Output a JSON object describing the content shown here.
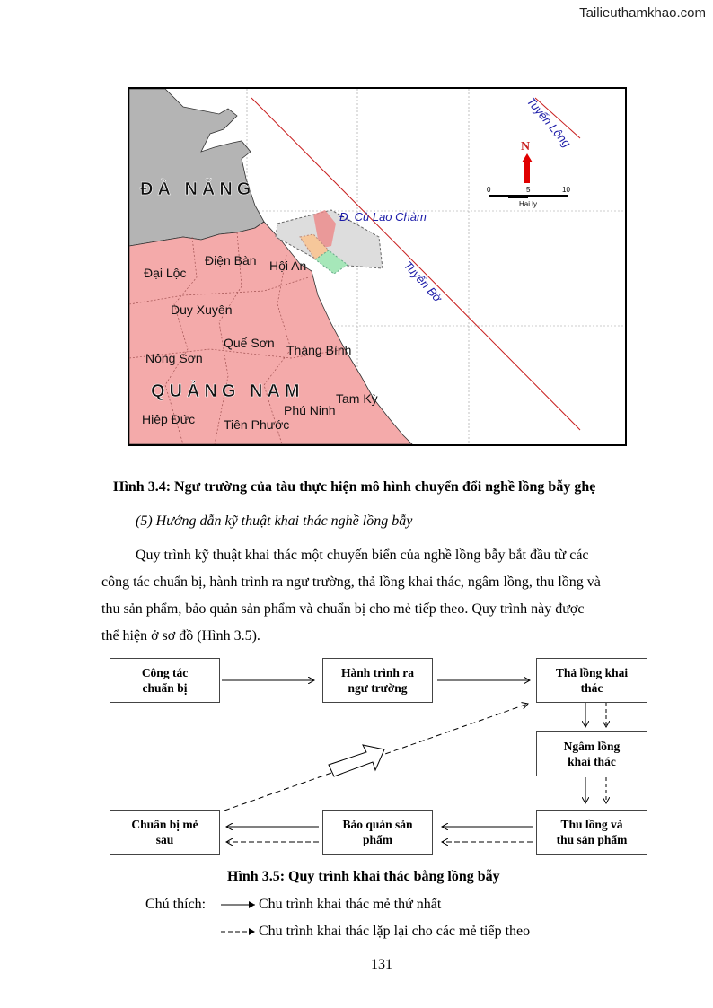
{
  "watermark": "Tailieuthamkhao.com",
  "map": {
    "labels": {
      "da_nang": "ĐÀ NẴNG",
      "quang_nam": "QUẢNG NAM",
      "dien_ban": "Điện Bàn",
      "dai_loc": "Đại Lộc",
      "hoi_an": "Hội An",
      "duy_xuyen": "Duy Xuyên",
      "que_son": "Quế Sơn",
      "thang_binh": "Thăng Bình",
      "nong_son": "Nông Sơn",
      "tam_ky": "Tam Kỳ",
      "phu_ninh": "Phú Ninh",
      "hiep_duc": "Hiệp Đức",
      "tien_phuoc": "Tiên Phước",
      "cu_lao_cham": "Đ. Cù Lao Chàm",
      "tuyen_bo": "Tuyến Bờ",
      "tuyen_long": "Tuyến Lộng"
    },
    "north": "N",
    "scale": {
      "t0": "0",
      "t5": "5",
      "t10": "10",
      "unit": "Hai ly"
    },
    "colors": {
      "da_nang": "#b4b4b4",
      "quang_nam": "#f4aaaa",
      "line": "#c81e1e",
      "label_blue": "#1b1ba8"
    }
  },
  "fig34_caption": "Hình 3.4: Ngư trường của tàu thực hiện mô hình chuyển đổi nghề lồng bẫy ghẹ",
  "section_heading": "(5) Hướng dẫn kỹ thuật khai thác nghề lồng bẫy",
  "paragraph_lines": [
    "Quy trình kỹ thuật khai thác một chuyến biển của nghề lồng bẫy bắt đầu từ các",
    "công tác chuẩn bị, hành trình ra ngư trường, thả lồng khai thác, ngâm lồng, thu lồng và",
    "thu sản phẩm, bảo quản sản phẩm và chuẩn bị cho mẻ tiếp theo. Quy trình này được",
    "thể hiện ở sơ đồ (Hình 3.5)."
  ],
  "flow": {
    "b1": [
      "Công tác",
      "chuẩn bị"
    ],
    "b2": [
      "Hành trình ra",
      "ngư trường"
    ],
    "b3": [
      "Thả lồng khai",
      "thác"
    ],
    "b4": [
      "Ngâm lồng",
      "khai thác"
    ],
    "b5": [
      "Thu lồng và",
      "thu sản phẩm"
    ],
    "b6": [
      "Bảo quản sản",
      "phẩm"
    ],
    "b7": [
      "Chuẩn bị mẻ",
      "sau"
    ]
  },
  "fig35_caption": "Hình 3.5: Quy trình khai thác bằng lồng bẫy",
  "legend": {
    "label": "Chú thích:",
    "solid": "Chu trình khai thác mẻ thứ nhất",
    "dashed": "Chu trình khai thác lặp lại cho các mẻ tiếp theo"
  },
  "page_number": "131"
}
